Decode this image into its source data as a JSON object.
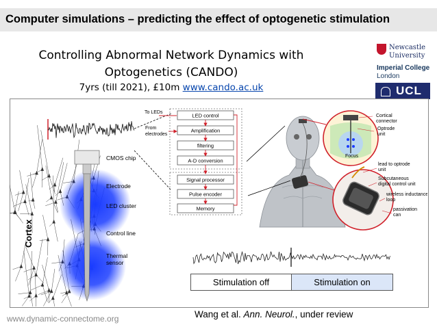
{
  "title": "Computer simulations – predicting the effect of optogenetic stimulation",
  "subtitle": {
    "line1": "Controlling Abnormal Network Dynamics with",
    "line2": "Optogenetics (CANDO)",
    "line3_text": "7yrs (till 2021), £10m ",
    "line3_link": "www.cando.ac.uk"
  },
  "logos": {
    "newcastle_line1": "Newcastle",
    "newcastle_line2": "University",
    "imperial_line1": "Imperial College",
    "imperial_line2": "London",
    "ucl": "UCL"
  },
  "diagram": {
    "to_leds": "To LEDs",
    "from_electrodes_1": "From",
    "from_electrodes_2": "electrodes",
    "blocks_top": [
      "LED control",
      "Amplification",
      "filtering",
      "A-D conversion"
    ],
    "blocks_bottom": [
      "Signal processor",
      "Pulse encoder",
      "Memory"
    ],
    "cmos_chip": "CMOS chip",
    "electrode": "Electrode",
    "led_cluster": "LED cluster",
    "control_line": "Control line",
    "thermal_1": "Thermal",
    "thermal_2": "sensor",
    "cortex": "Cortex",
    "right_labels": {
      "cortical_1": "Cortical",
      "cortical_2": "connector",
      "optrode_1": "Optrode",
      "optrode_2": "unit",
      "focus": "Focus",
      "lead_1": "lead to optrode",
      "lead_2": "unit",
      "subcut_1": "Subcutaneous",
      "subcut_2": "digital control unit",
      "wireless_1": "wireless inductance",
      "wireless_2": "loop",
      "passivation_1": "passivation",
      "passivation_2": "can"
    }
  },
  "stimulation": {
    "off": "Stimulation off",
    "on": "Stimulation on"
  },
  "footer_url": "www.dynamic-connectome.org",
  "citation": {
    "authors": "Wang et al. ",
    "journal": "Ann. Neurol.",
    "rest": ", under review"
  },
  "colors": {
    "header_bg": "#e7e7e7",
    "accent_red": "#d0202a",
    "led_blue": "#1a3cff",
    "stim_on_bg": "#dbe6f8"
  }
}
